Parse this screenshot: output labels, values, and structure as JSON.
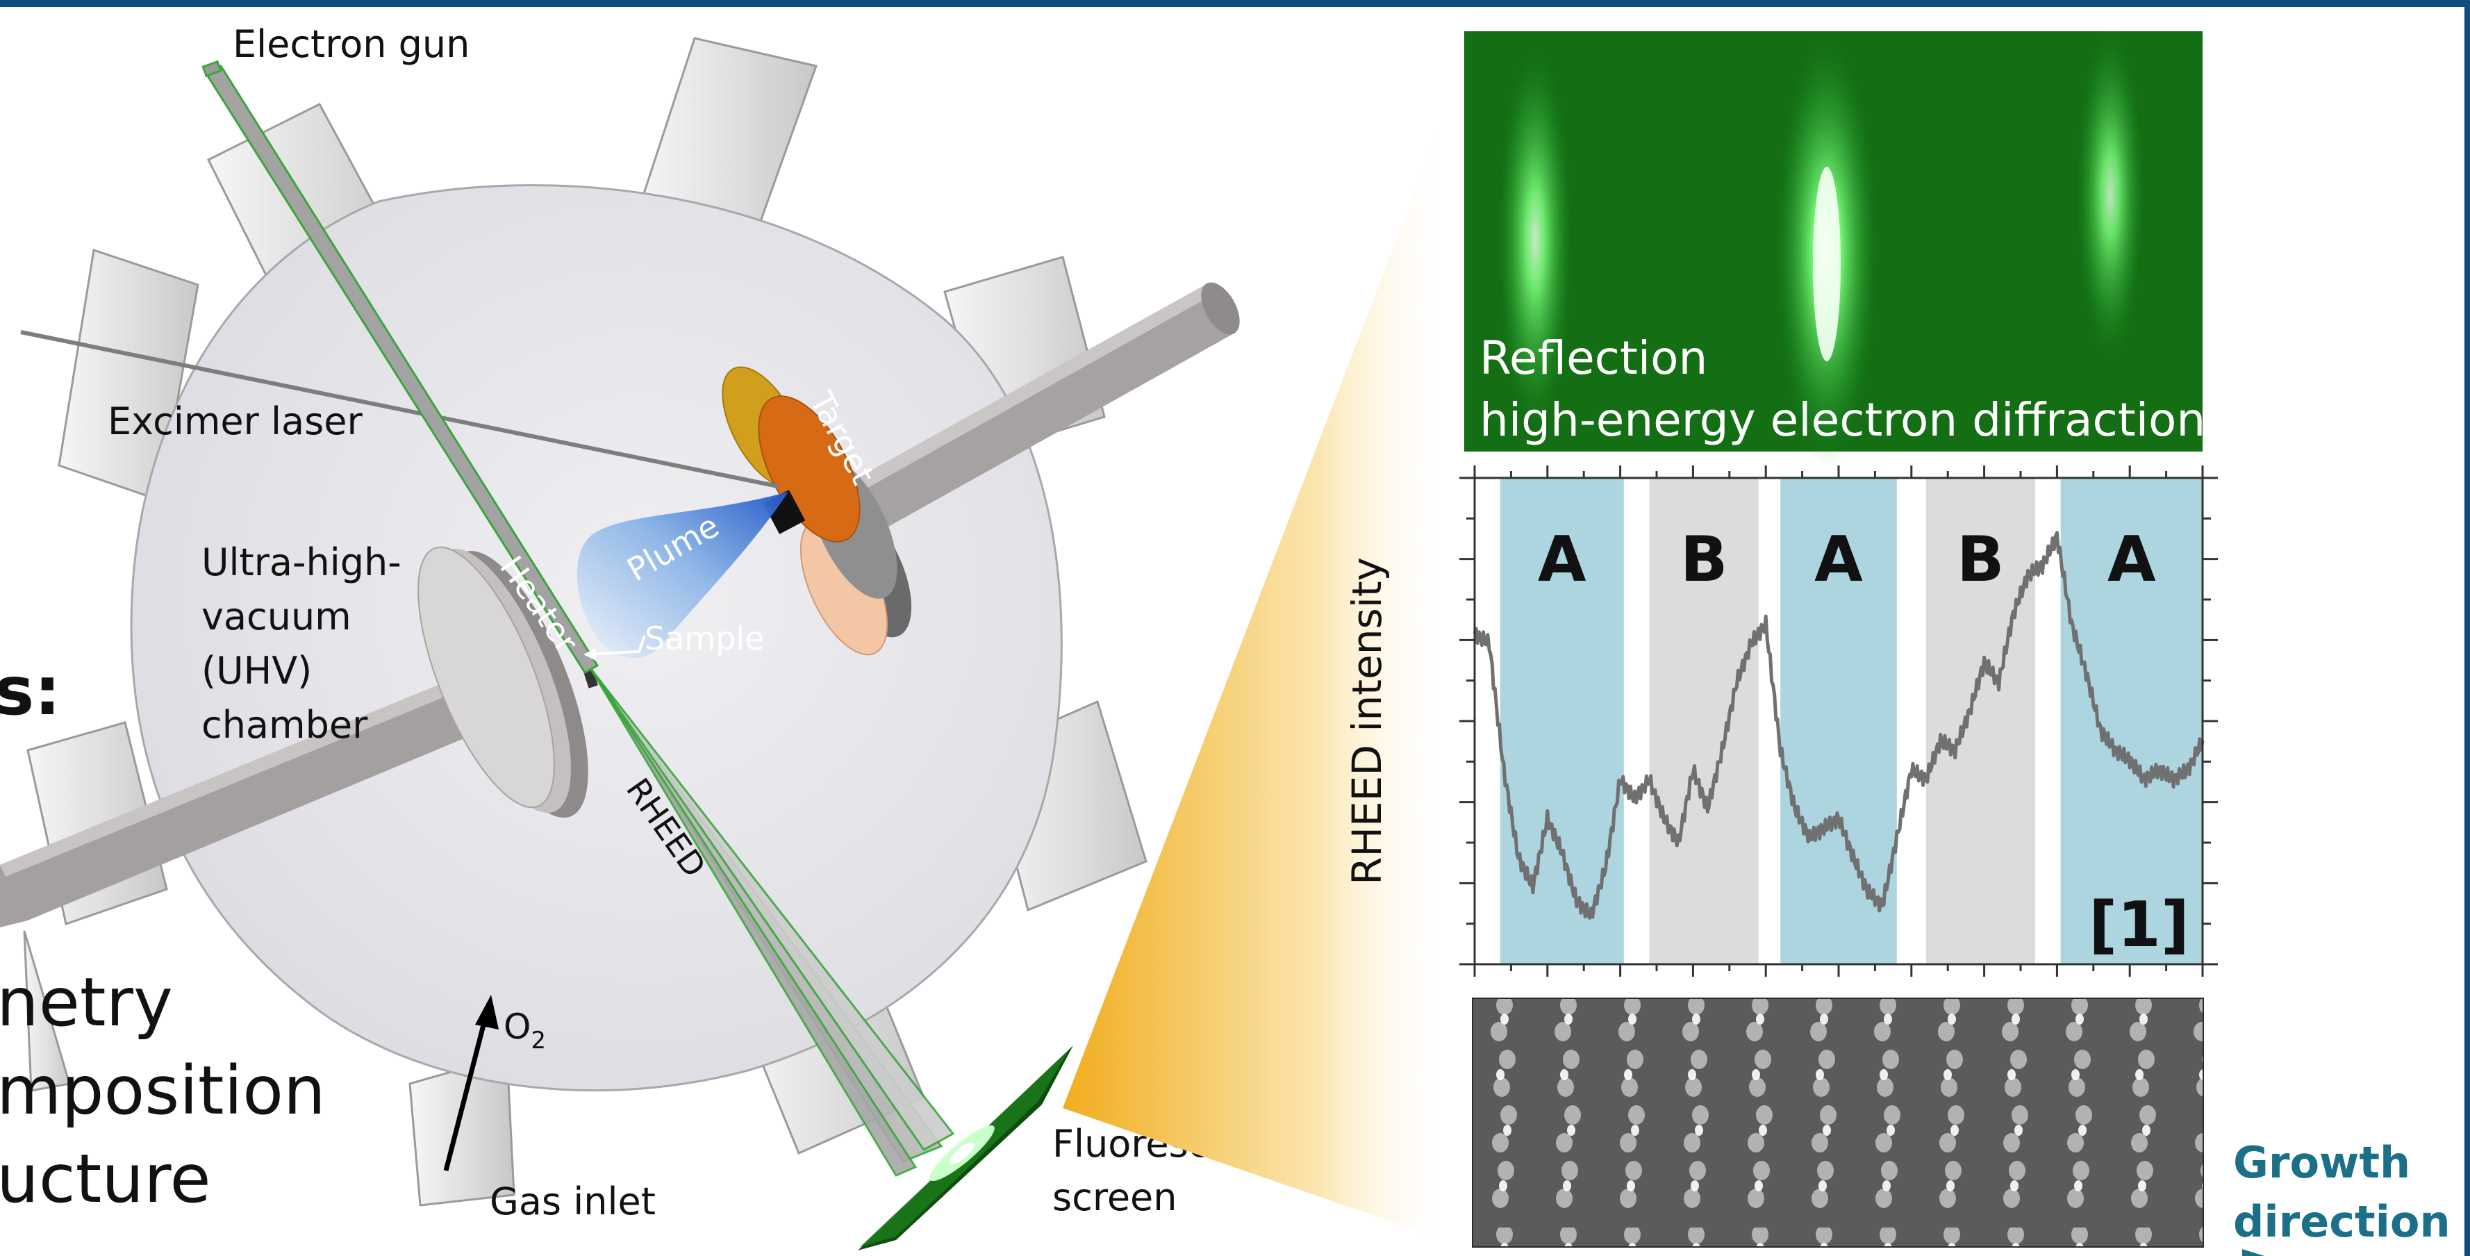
{
  "colors": {
    "border": "#0f4e7c",
    "chamber": "#e3e3e8",
    "segment_a": "#add5e0",
    "segment_b": "#dcdcdc",
    "beam": "#35b035",
    "growth_text": "#1b6f86"
  },
  "left_fragments": {
    "colon": "s:",
    "line1": "netry",
    "line2": "mposition",
    "line3": "ucture"
  },
  "labels": {
    "electron_gun": "Electron gun",
    "excimer_laser": "Excimer laser",
    "chamber": [
      "Ultra-high-",
      "vacuum",
      "(UHV)",
      "chamber"
    ],
    "heater": "Heater",
    "plume": "Plume",
    "sample": "Sample",
    "target": "Target",
    "rheed": "RHEED",
    "o2": "O",
    "o2_sub": "2",
    "gas_inlet": "Gas inlet",
    "fluorescent_screen": [
      "Fluorescent",
      "screen"
    ]
  },
  "rheed_image": {
    "caption_line1": "Reflection",
    "caption_line2": "high-energy electron diffraction"
  },
  "chart_data": {
    "type": "line",
    "ylabel": "RHEED intensity",
    "xlim": [
      0,
      100
    ],
    "ylim": [
      0,
      100
    ],
    "segments": [
      {
        "label": "A",
        "start": 3.5,
        "end": 20.5
      },
      {
        "label": "B",
        "start": 24,
        "end": 39
      },
      {
        "label": "A",
        "start": 42,
        "end": 58
      },
      {
        "label": "B",
        "start": 62,
        "end": 77
      },
      {
        "label": "A",
        "start": 80.5,
        "end": 100
      }
    ],
    "series": [
      {
        "x": [
          0,
          2,
          4,
          6,
          8,
          10,
          12,
          14,
          16,
          18,
          20,
          22,
          24,
          26,
          28,
          30,
          32,
          34,
          36,
          38,
          40,
          42,
          44,
          46,
          48,
          50,
          52,
          54,
          56,
          58,
          60,
          62,
          64,
          66,
          68,
          70,
          72,
          74,
          76,
          78,
          80,
          82,
          84,
          86,
          88,
          90,
          92,
          94,
          96,
          98,
          100
        ],
        "y": [
          68,
          66,
          40,
          22,
          16,
          30,
          23,
          13,
          10,
          20,
          38,
          34,
          38,
          30,
          25,
          40,
          32,
          44,
          58,
          66,
          70,
          44,
          32,
          26,
          28,
          30,
          22,
          15,
          12,
          26,
          40,
          38,
          46,
          44,
          52,
          62,
          58,
          72,
          80,
          82,
          88,
          70,
          60,
          48,
          44,
          42,
          38,
          40,
          38,
          40,
          46
        ]
      }
    ],
    "reference": "[1]"
  },
  "growth": {
    "line1": "Growth",
    "line2": "direction"
  }
}
